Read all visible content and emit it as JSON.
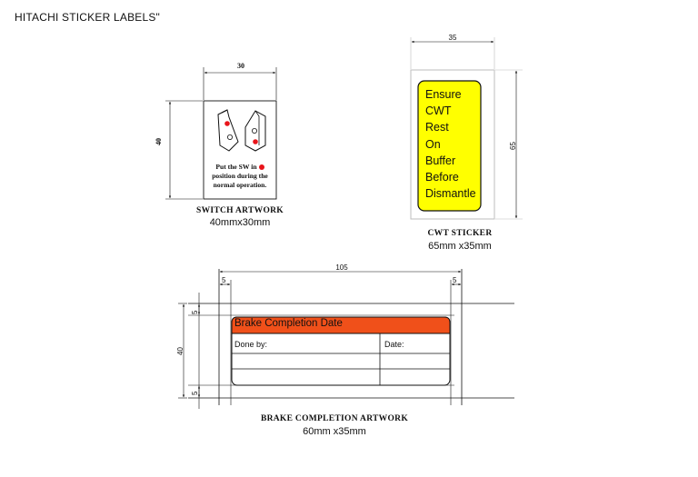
{
  "title": "HITACHI STICKER LABELS\"",
  "switch": {
    "dim_width": "30",
    "dim_height": "40",
    "text_line1": "Put the SW in",
    "text_line2": "position during the",
    "text_line3": "normal operation.",
    "caption": "SWITCH ARTWORK",
    "size": "40mmx30mm"
  },
  "cwt": {
    "dim_width": "35",
    "dim_height": "65",
    "words": [
      "Ensure",
      "CWT",
      "Rest",
      "On",
      "Buffer",
      "Before",
      "Dismantle"
    ],
    "caption": "CWT STICKER",
    "size": "65mm x35mm",
    "fill_color": "#ffff00"
  },
  "brake": {
    "dim_width": "105",
    "dim_margin_left": "5",
    "dim_margin_right": "5",
    "dim_height": "40",
    "dim_margin_top": "5",
    "dim_margin_bottom": "5",
    "header": "Brake Completion Date",
    "done_by_label": "Done by:",
    "date_label": "Date:",
    "caption": "BRAKE COMPLETION ARTWORK",
    "size": "60mm x35mm",
    "header_color": "#f0501a"
  }
}
